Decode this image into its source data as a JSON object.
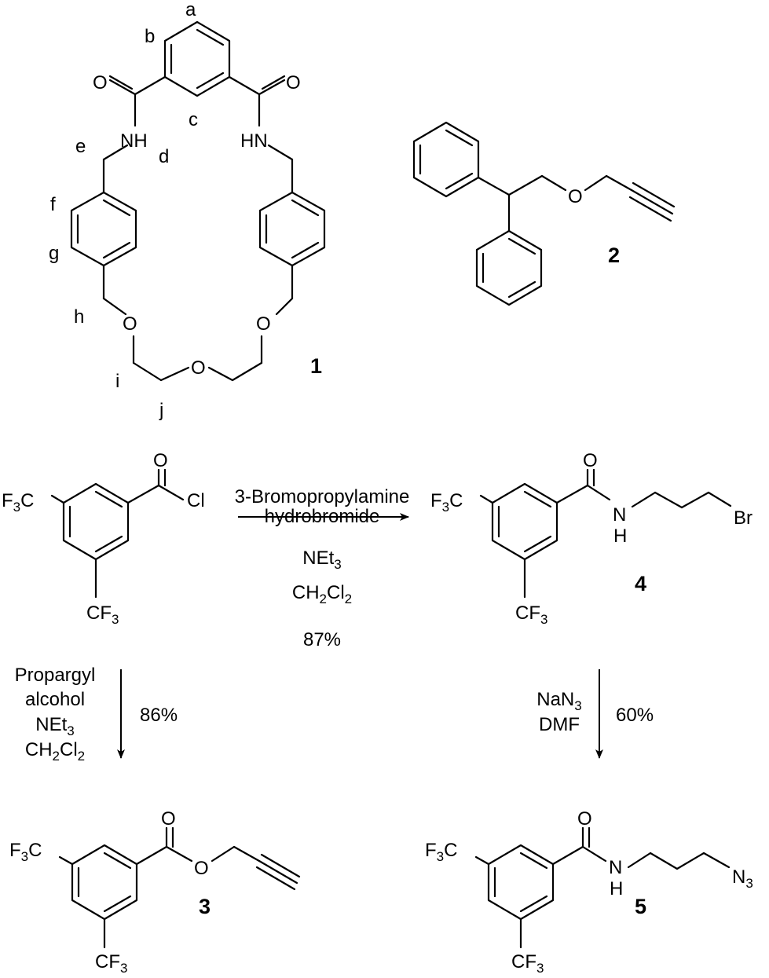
{
  "structure1": {
    "number": "1",
    "proton_labels": [
      "a",
      "b",
      "c",
      "d",
      "e",
      "f",
      "g",
      "h",
      "i",
      "j"
    ],
    "atoms": {
      "O": "O",
      "NH": "NH",
      "HN": "HN"
    }
  },
  "structure2": {
    "number": "2",
    "atoms": {
      "O": "O"
    }
  },
  "structure3": {
    "number": "3",
    "atoms": {
      "O": "O",
      "CF3_main": "F",
      "CF3_sub": "3",
      "C": "C"
    }
  },
  "structure4": {
    "number": "4",
    "atoms": {
      "O": "O",
      "N": "N",
      "H": "H",
      "Br": "Br"
    }
  },
  "structure5": {
    "number": "5",
    "atoms": {
      "O": "O",
      "N": "N",
      "H": "H",
      "N3_main": "N",
      "N3_sub": "3"
    }
  },
  "acid_chloride": {
    "atoms": {
      "O": "O",
      "Cl": "Cl"
    }
  },
  "cf3": {
    "F": "F",
    "sub3": "3",
    "C": "C",
    "CF": "CF"
  },
  "reaction_to_4": {
    "reagent_line1": "3-Bromopropylamine",
    "reagent_line2": "hydrobromide",
    "base": {
      "main": "NEt",
      "sub": "3"
    },
    "solvent": {
      "a": "CH",
      "b": "2",
      "c": "Cl",
      "d": "2"
    },
    "yield": "87%"
  },
  "reaction_to_3": {
    "reagent_line1": "Propargyl",
    "reagent_line2": "alcohol",
    "base": {
      "main": "NEt",
      "sub": "3"
    },
    "solvent": {
      "a": "CH",
      "b": "2",
      "c": "Cl",
      "d": "2"
    },
    "yield": "86%"
  },
  "reaction_to_5": {
    "reagent": {
      "main": "NaN",
      "sub": "3"
    },
    "solvent": "DMF",
    "yield": "60%"
  }
}
